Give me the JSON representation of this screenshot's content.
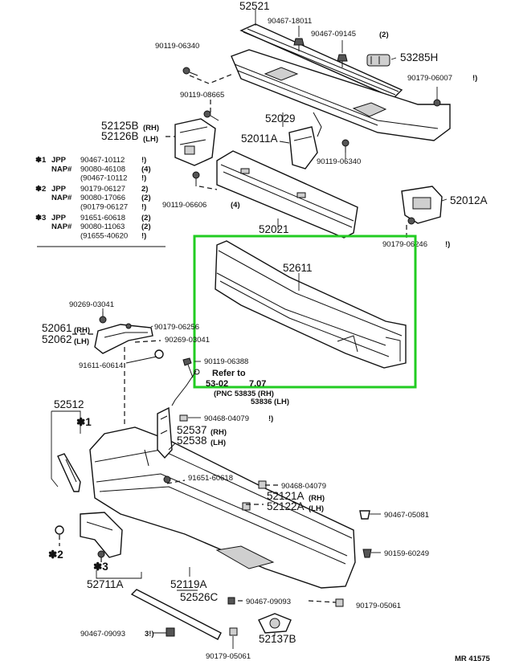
{
  "highlight_color": "#22cc22",
  "top_parts": {
    "retainer_52521": "52521",
    "screw_18011": "90467-18011",
    "clip_09145": "90467-09145",
    "clip_09145_qty": "(2)",
    "bolt_06340_a": "90119-06340",
    "bracket_53285H": "53285H",
    "nut_06007": "90179-06007",
    "nut_06007_qty": "!)",
    "bolt_08665": "90119-08665",
    "spring_52029": "52029",
    "support_rh": "52125B",
    "support_lh": "52126B",
    "rh_tag": "(RH)",
    "lh_tag": "(LH)",
    "bracket_52011A": "52011A",
    "bolt_06340_b": "90119-06340",
    "reinforcement_52021": "52021",
    "bolt_06606": "90119-06606",
    "bolt_06606_qty": "(4)",
    "bracket_52012A": "52012A",
    "nut_06246": "90179-06246",
    "nut_06246_qty": "!)"
  },
  "legend": [
    {
      "mark": "✽1",
      "region": "JPP",
      "part": "90467-10112",
      "qty": "!)"
    },
    {
      "mark": "",
      "region": "NAP#",
      "part": "90080-46108",
      "qty": "(4)"
    },
    {
      "mark": "",
      "region": "",
      "part": "(90467-10112",
      "qty": "!)"
    },
    {
      "mark": "✽2",
      "region": "JPP",
      "part": "90179-06127",
      "qty": "2)"
    },
    {
      "mark": "",
      "region": "NAP#",
      "part": "90080-17066",
      "qty": "(2)"
    },
    {
      "mark": "",
      "region": "",
      "part": "(90179-06127",
      "qty": "!)"
    },
    {
      "mark": "✽3",
      "region": "JPP",
      "part": "91651-60618",
      "qty": "(2)"
    },
    {
      "mark": "",
      "region": "NAP#",
      "part": "90080-11063",
      "qty": "(2)"
    },
    {
      "mark": "",
      "region": "",
      "part": "(91655-40620",
      "qty": "!)"
    }
  ],
  "absorber": {
    "label": "52611"
  },
  "middle_parts": {
    "bolt_03041_a": "90269-03041",
    "stay_rh": "52061",
    "stay_lh": "52062",
    "rh_tag": "(RH)",
    "lh_tag": "(LH)",
    "nut_06256": "90179-06256",
    "bolt_03041_b": "90269-03041",
    "clip_60614": "91611-60614",
    "bolt_06388": "90119-06388",
    "refer_to": "Refer to",
    "refer_page": "53-02",
    "refer_page_b": "7.07",
    "refer_pnc": "(PNC 53835 (RH)",
    "refer_pnc_b": "53836 (LH)"
  },
  "lower_parts": {
    "cover_52512": "52512",
    "mark_1": "✽1",
    "screw_04079_a": "90468-04079",
    "screw_04079_a_qty": "!)",
    "bracket_rh": "52537",
    "bracket_lh": "52538",
    "rh_tag": "(RH)",
    "lh_tag": "(LH)",
    "bolt_60618": "91651-60618",
    "screw_04079_b": "90468-04079",
    "extension_rh": "52121A",
    "extension_lh": "52122A",
    "ext_rh_tag": "(RH)",
    "ext_lh_tag": "(LH)",
    "screw_05081": "90467-05081",
    "mark_2": "✽2",
    "mark_3": "✽3",
    "screw_60249": "90159-60249",
    "mud_52711A": "52711A",
    "cover_52119A": "52119A",
    "moulding_52526C": "52526C",
    "clip_09093_a": "90467-09093",
    "nut_05061_a": "90179-05061",
    "clip_09093_b": "90467-09093",
    "clip_09093_b_qty": "3!)",
    "bracket_52137B": "52137B",
    "nut_05061_b": "90179-05061",
    "figure_code": "MR 41575"
  }
}
